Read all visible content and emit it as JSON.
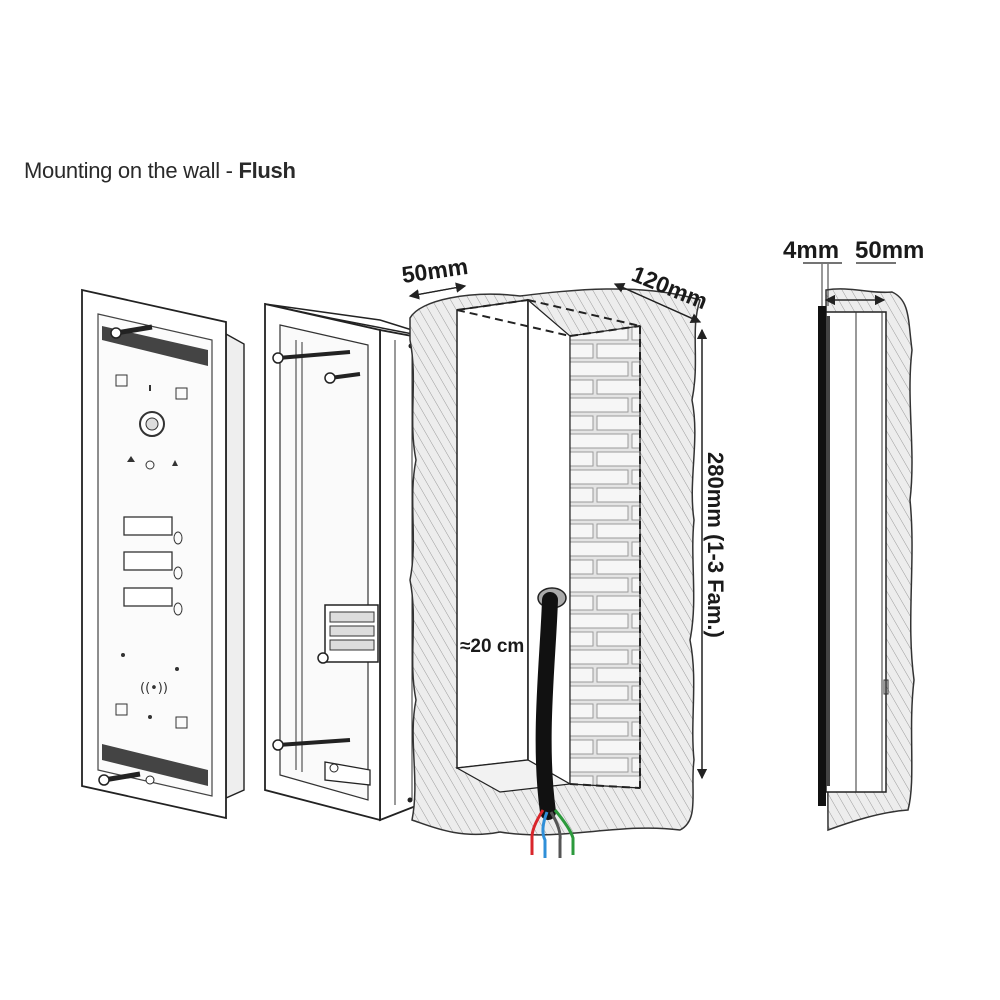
{
  "title": {
    "prefix": "Mounting on the wall - ",
    "bold": "Flush"
  },
  "dimensions": {
    "depth_front": "50mm",
    "depth_side": "120mm",
    "height": "280mm (1-3 Fam.)",
    "cable_length": "≈20 cm",
    "profile_frame": "4mm",
    "profile_depth": "50mm"
  },
  "wire_colors": [
    "#d9262b",
    "#2f8fd8",
    "#555555",
    "#2c9a3c"
  ]
}
